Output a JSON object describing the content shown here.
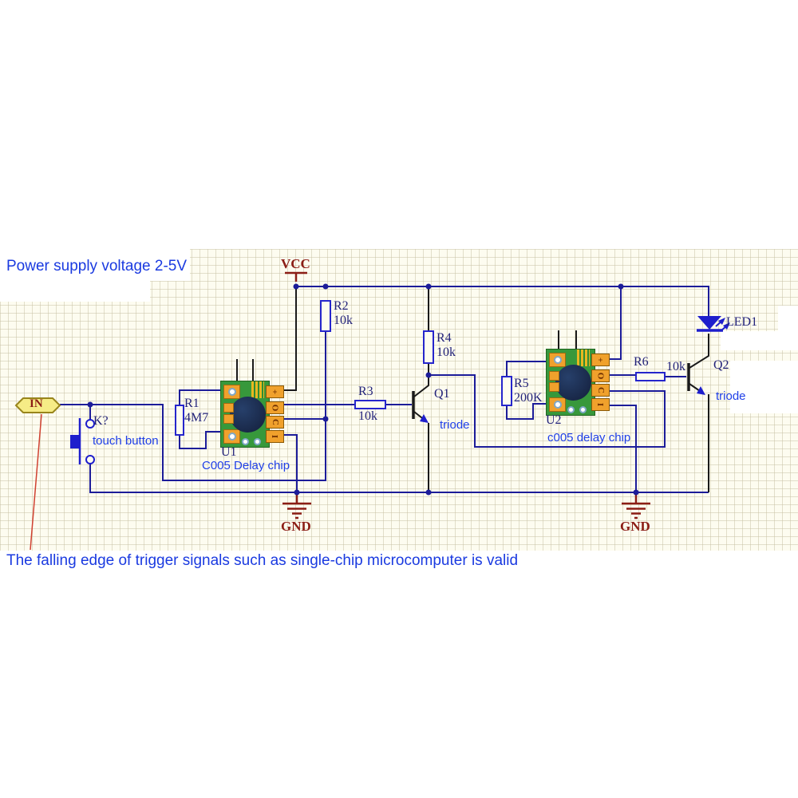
{
  "annotations": {
    "power_note": "Power supply voltage 2-5V",
    "trigger_note": "The falling edge of trigger signals such as single-chip microcomputer is valid"
  },
  "net_labels": {
    "vcc": "VCC",
    "gnd_left": "GND",
    "gnd_right": "GND",
    "input": "IN"
  },
  "components": {
    "r1": {
      "ref": "R1",
      "value": "4M7"
    },
    "r2": {
      "ref": "R2",
      "value": "10k"
    },
    "r3": {
      "ref": "R3",
      "value": "10k"
    },
    "r4": {
      "ref": "R4",
      "value": "10k"
    },
    "r5": {
      "ref": "R5",
      "value": "200K"
    },
    "r6": {
      "ref": "R6",
      "value": "10k"
    },
    "q1": {
      "ref": "Q1",
      "type_note": "triode"
    },
    "q2": {
      "ref": "Q2",
      "type_note": "triode"
    },
    "led1": {
      "ref": "LED1"
    },
    "k1": {
      "ref": "K?",
      "type_note": "touch button"
    },
    "u1": {
      "ref": "U1",
      "type_note": "C005 Delay chip",
      "pads": [
        "+",
        "O",
        "C",
        "I"
      ]
    },
    "u2": {
      "ref": "U2",
      "type_note": "c005 delay chip",
      "pads": [
        "+",
        "O",
        "C",
        "I"
      ]
    }
  },
  "colors": {
    "wire": "#1c1c99",
    "annotation_blue": "#2040e8",
    "designator": "#23237a",
    "power_red": "#8b1d15",
    "pcb_green": "#37983b",
    "pad_orange": "#f0a12c",
    "symbol_blue": "#1e1ecc",
    "canvas": "#fdfcf0"
  }
}
